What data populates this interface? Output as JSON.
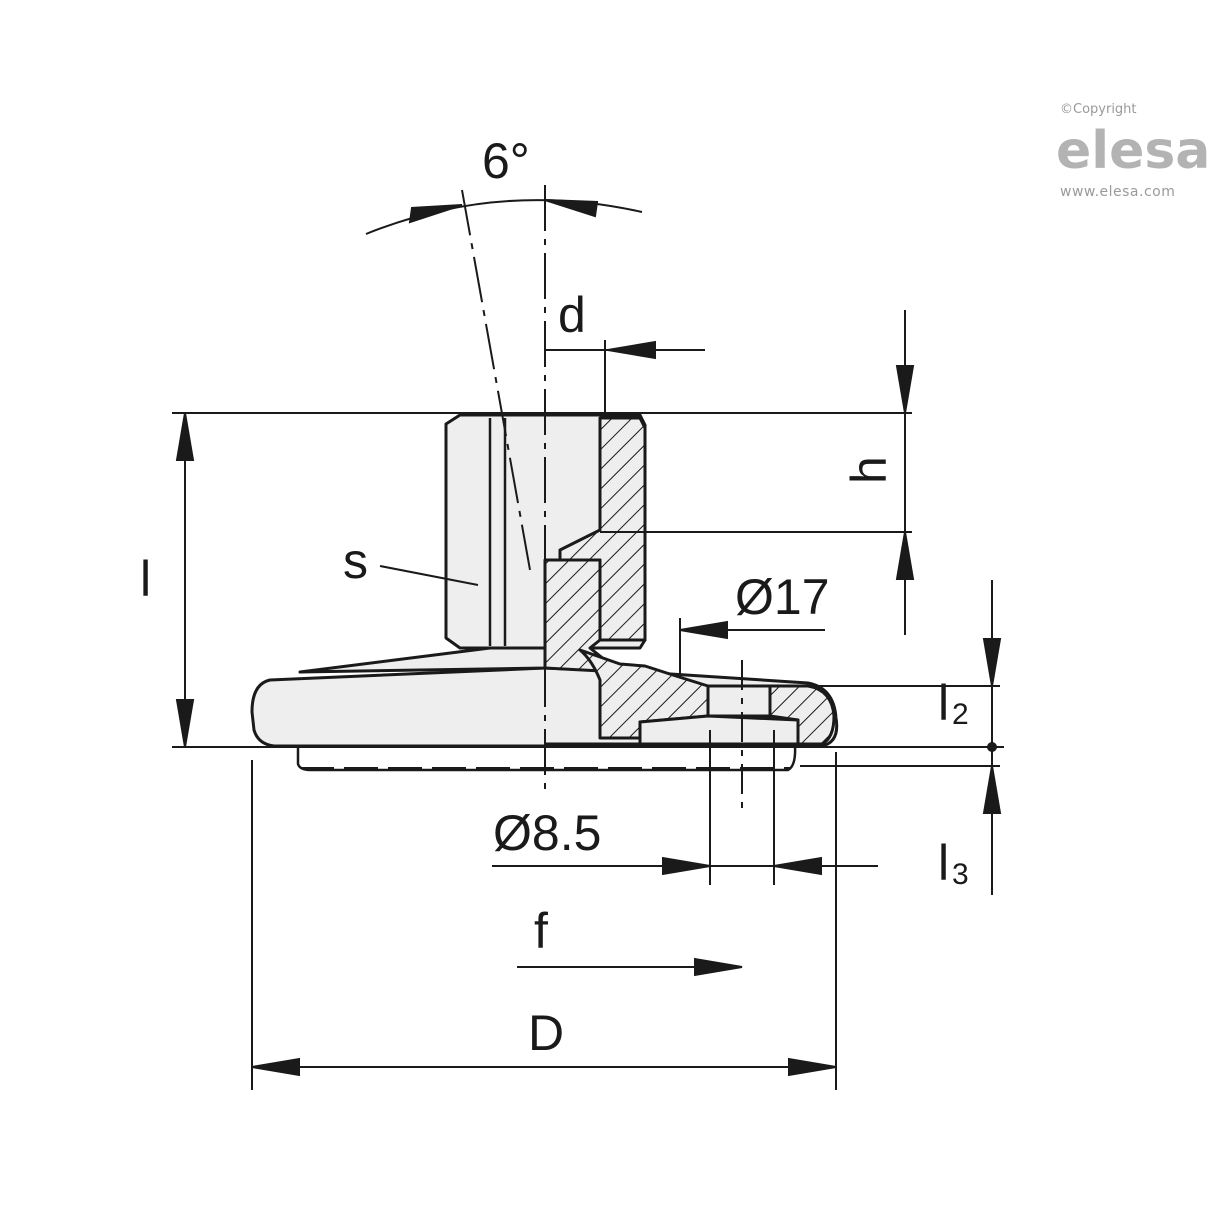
{
  "logo": {
    "copyright": "©Copyright",
    "brand": "elesa",
    "url": "www.elesa.com"
  },
  "labels": {
    "angle": "6°",
    "d": "d",
    "h": "h",
    "l": "l",
    "s": "s",
    "dia17": "Ø17",
    "l2_main": "l",
    "l2_sub": "2",
    "l3_main": "l",
    "l3_sub": "3",
    "dia85": "Ø8.5",
    "f": "f",
    "D": "D"
  },
  "colors": {
    "line": "#1a1a1a",
    "fill": "#eeeeee",
    "logo": "#b3b3b3"
  }
}
